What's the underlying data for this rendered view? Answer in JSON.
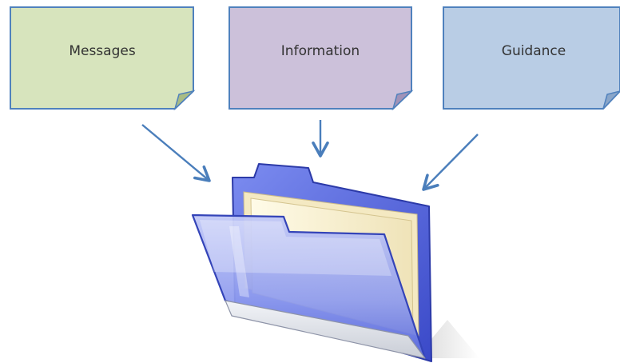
{
  "notes": [
    {
      "label": "Messages",
      "fill": "#d7e4bd",
      "border": "#4f81bd",
      "fold": "#a9bc85"
    },
    {
      "label": "Information",
      "fill": "#ccc1da",
      "border": "#4f81bd",
      "fold": "#a193b8"
    },
    {
      "label": "Guidance",
      "fill": "#b9cde5",
      "border": "#4f81bd",
      "fold": "#8aa6c9"
    }
  ],
  "arrows": {
    "color": "#4a7ebb"
  },
  "folder": {
    "icon": "open-folder-icon",
    "back_color": "#5d6fe0",
    "front_color": "#a5b0f2",
    "paper_color": "#fbf3d6"
  }
}
